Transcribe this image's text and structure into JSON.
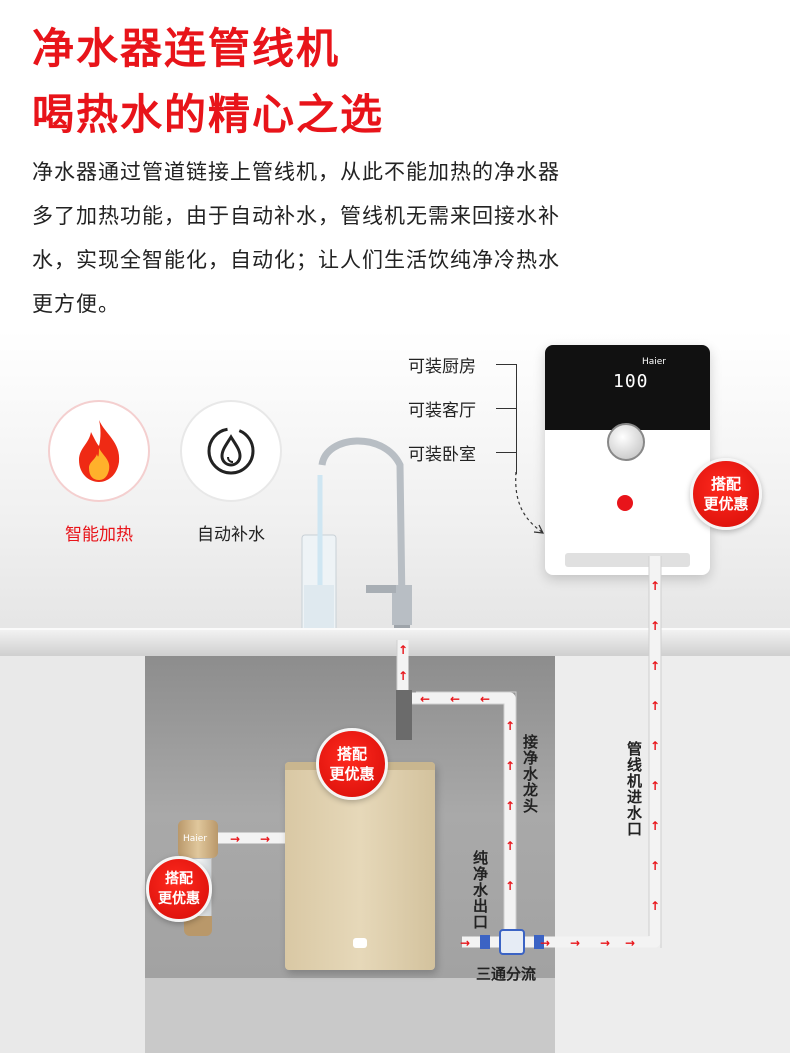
{
  "header": {
    "title_line1": "净水器连管线机",
    "title_line2": "喝热水的精心之选",
    "desc_lines": [
      "净水器通过管道链接上管线机，从此不能加热的净水器",
      "多了加热功能，由于自动补水，管线机无需来回接水补",
      "水，实现全智能化，自动化；让人们生活饮纯净冷热水",
      "更方便。"
    ]
  },
  "features": [
    {
      "label": "智能加热",
      "icon": "flame-icon",
      "color": "#e8141a"
    },
    {
      "label": "自动补水",
      "icon": "water-drop-icon",
      "color": "#222222"
    }
  ],
  "locations": [
    "可装厨房",
    "可装客厅",
    "可装卧室"
  ],
  "dispenser": {
    "brand": "Haier",
    "display": "100"
  },
  "badge": {
    "line1": "搭配",
    "line2": "更优惠"
  },
  "labels": {
    "faucet_inlet": "接净水龙头",
    "dispenser_inlet": "管线机进水口",
    "purified_outlet": "纯净水出口",
    "tee": "三通分流",
    "prefilter_brand": "Haier"
  },
  "colors": {
    "accent": "#e8141a",
    "pipe_arrow": "#e8141a"
  }
}
